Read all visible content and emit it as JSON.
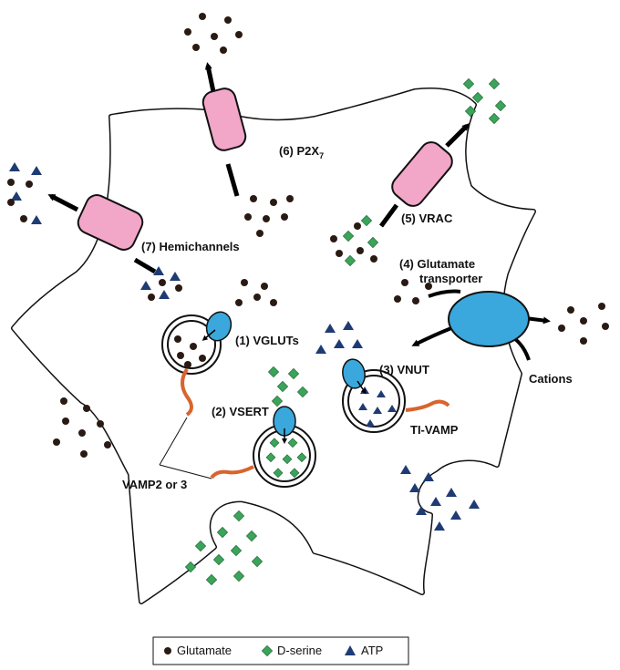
{
  "labels": {
    "p2x7_main": "(6) P2X",
    "p2x7_sub": "7",
    "vrac": "(5) VRAC",
    "hemichannels": "(7) Hemichannels",
    "glut_transporter_line1": "(4) Glutamate",
    "glut_transporter_line2": "transporter",
    "vgluts": "(1) VGLUTs",
    "vnut": "(3) VNUT",
    "vsert": "(2) VSERT",
    "cations": "Cations",
    "ti_vamp": "TI-VAMP",
    "vamp23": "VAMP2 or 3"
  },
  "legend": {
    "items": [
      {
        "label": "Glutamate",
        "icon": "glutamate-dot-icon"
      },
      {
        "label": "D-serine",
        "icon": "d-serine-diamond-icon"
      },
      {
        "label": "ATP",
        "icon": "atp-triangle-icon"
      }
    ]
  },
  "colors": {
    "channel_pink": "#f2a6c8",
    "transporter_blue": "#3aa8dc",
    "snare_orange": "#d8642e",
    "glutamate": "#2a1a14",
    "d_serine": "#3aa55a",
    "atp": "#1f3b73"
  }
}
